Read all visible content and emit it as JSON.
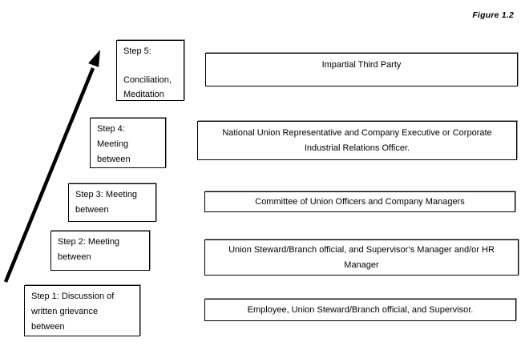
{
  "figure_label": "Figure 1.2",
  "colors": {
    "border": "#000000",
    "background": "#ffffff",
    "text": "#000000",
    "box_shadow": "#999999",
    "arrow": "#000000"
  },
  "arrow": {
    "name": "escalation-arrow",
    "direction": "up-right"
  },
  "steps": [
    {
      "step_label": "Step 1: Discussion of\nwritten grievance\nbetween",
      "party": "Employee, Union Steward/Branch official, and Supervisor."
    },
    {
      "step_label": "Step 2: Meeting\nbetween",
      "party": "Union Steward/Branch official, and Supervisor‘s Manager and/or HR\nManager"
    },
    {
      "step_label": "Step 3: Meeting\nbetween",
      "party": "Committee of Union Officers and Company Managers"
    },
    {
      "step_label": "Step 4:\nMeeting\nbetween",
      "party": "National Union Representative and Company Executive or Corporate\nIndustrial Relations Officer."
    },
    {
      "step_label": "Step 5:\n\nConciliation,\nMeditation",
      "party": "Impartial Third Party"
    }
  ]
}
